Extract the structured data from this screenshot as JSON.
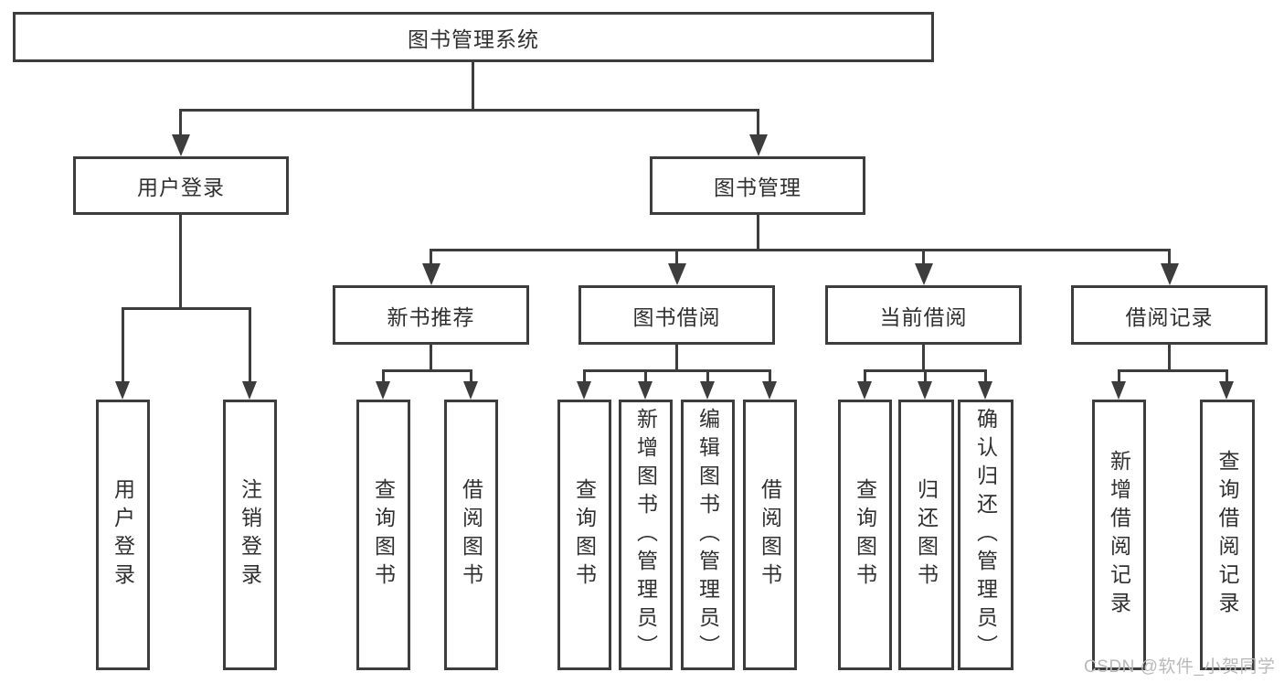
{
  "diagram": {
    "root": {
      "label": "图书管理系统"
    },
    "level2": [
      {
        "label": "用户登录"
      },
      {
        "label": "图书管理"
      }
    ],
    "level3": [
      {
        "label": "新书推荐"
      },
      {
        "label": "图书借阅"
      },
      {
        "label": "当前借阅"
      },
      {
        "label": "借阅记录"
      }
    ],
    "leaves": [
      {
        "label": "用户登录"
      },
      {
        "label": "注销登录"
      },
      {
        "label": "查询图书"
      },
      {
        "label": "借阅图书"
      },
      {
        "label": "查询图书"
      },
      {
        "label": "新增图书（管理员）"
      },
      {
        "label": "编辑图书（管理员）"
      },
      {
        "label": "借阅图书"
      },
      {
        "label": "查询图书"
      },
      {
        "label": "归还图书"
      },
      {
        "label": "确认归还（管理员）"
      },
      {
        "label": "新增借阅记录"
      },
      {
        "label": "查询借阅记录"
      }
    ]
  },
  "watermark": {
    "text": "CSDN @软件_小贺同学"
  },
  "colors": {
    "line": "#3d3d3d",
    "text": "#303030",
    "background": "#ffffff",
    "watermark": "#b9b9b9"
  }
}
